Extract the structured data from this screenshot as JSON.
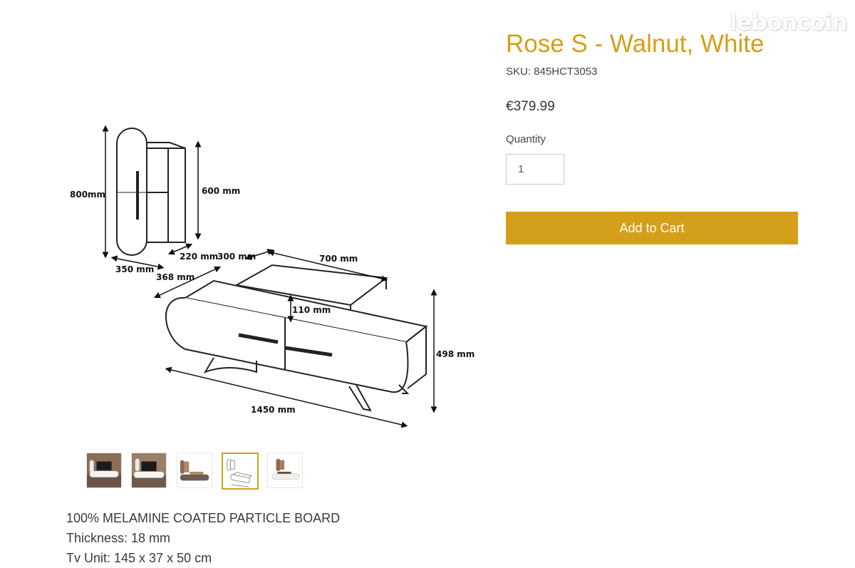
{
  "watermark": "leboncoin",
  "product": {
    "title": "Rose S - Walnut, White",
    "sku": "SKU: 845HCT3053",
    "price": "€379.99",
    "quantity_label": "Quantity",
    "quantity_value": "1",
    "add_to_cart_label": "Add to Cart"
  },
  "diagram": {
    "dims": {
      "shelf_height": "800mm",
      "shelf_inner_height": "600 mm",
      "shelf_depth": "220 mm",
      "shelf_width": "350 mm",
      "top_depth": "300 mm",
      "top_width": "700 mm",
      "unit_depth": "368 mm",
      "top_height": "110 mm",
      "unit_height": "498 mm",
      "unit_width": "1450 mm"
    }
  },
  "thumbnails": [
    {
      "name": "tv-unit-room-photo",
      "active": false
    },
    {
      "name": "tv-unit-front-photo",
      "active": false
    },
    {
      "name": "tv-unit-isolated",
      "active": false
    },
    {
      "name": "tv-unit-dimensions",
      "active": true
    },
    {
      "name": "tv-unit-white",
      "active": false
    }
  ],
  "description": [
    "100% MELAMINE COATED PARTICLE BOARD",
    "Thickness: 18 mm",
    "Tv Unit: 145 x 37 x 50 cm"
  ],
  "colors": {
    "accent": "#d49f1a",
    "text": "#2b2b2b",
    "background": "#ffffff"
  }
}
